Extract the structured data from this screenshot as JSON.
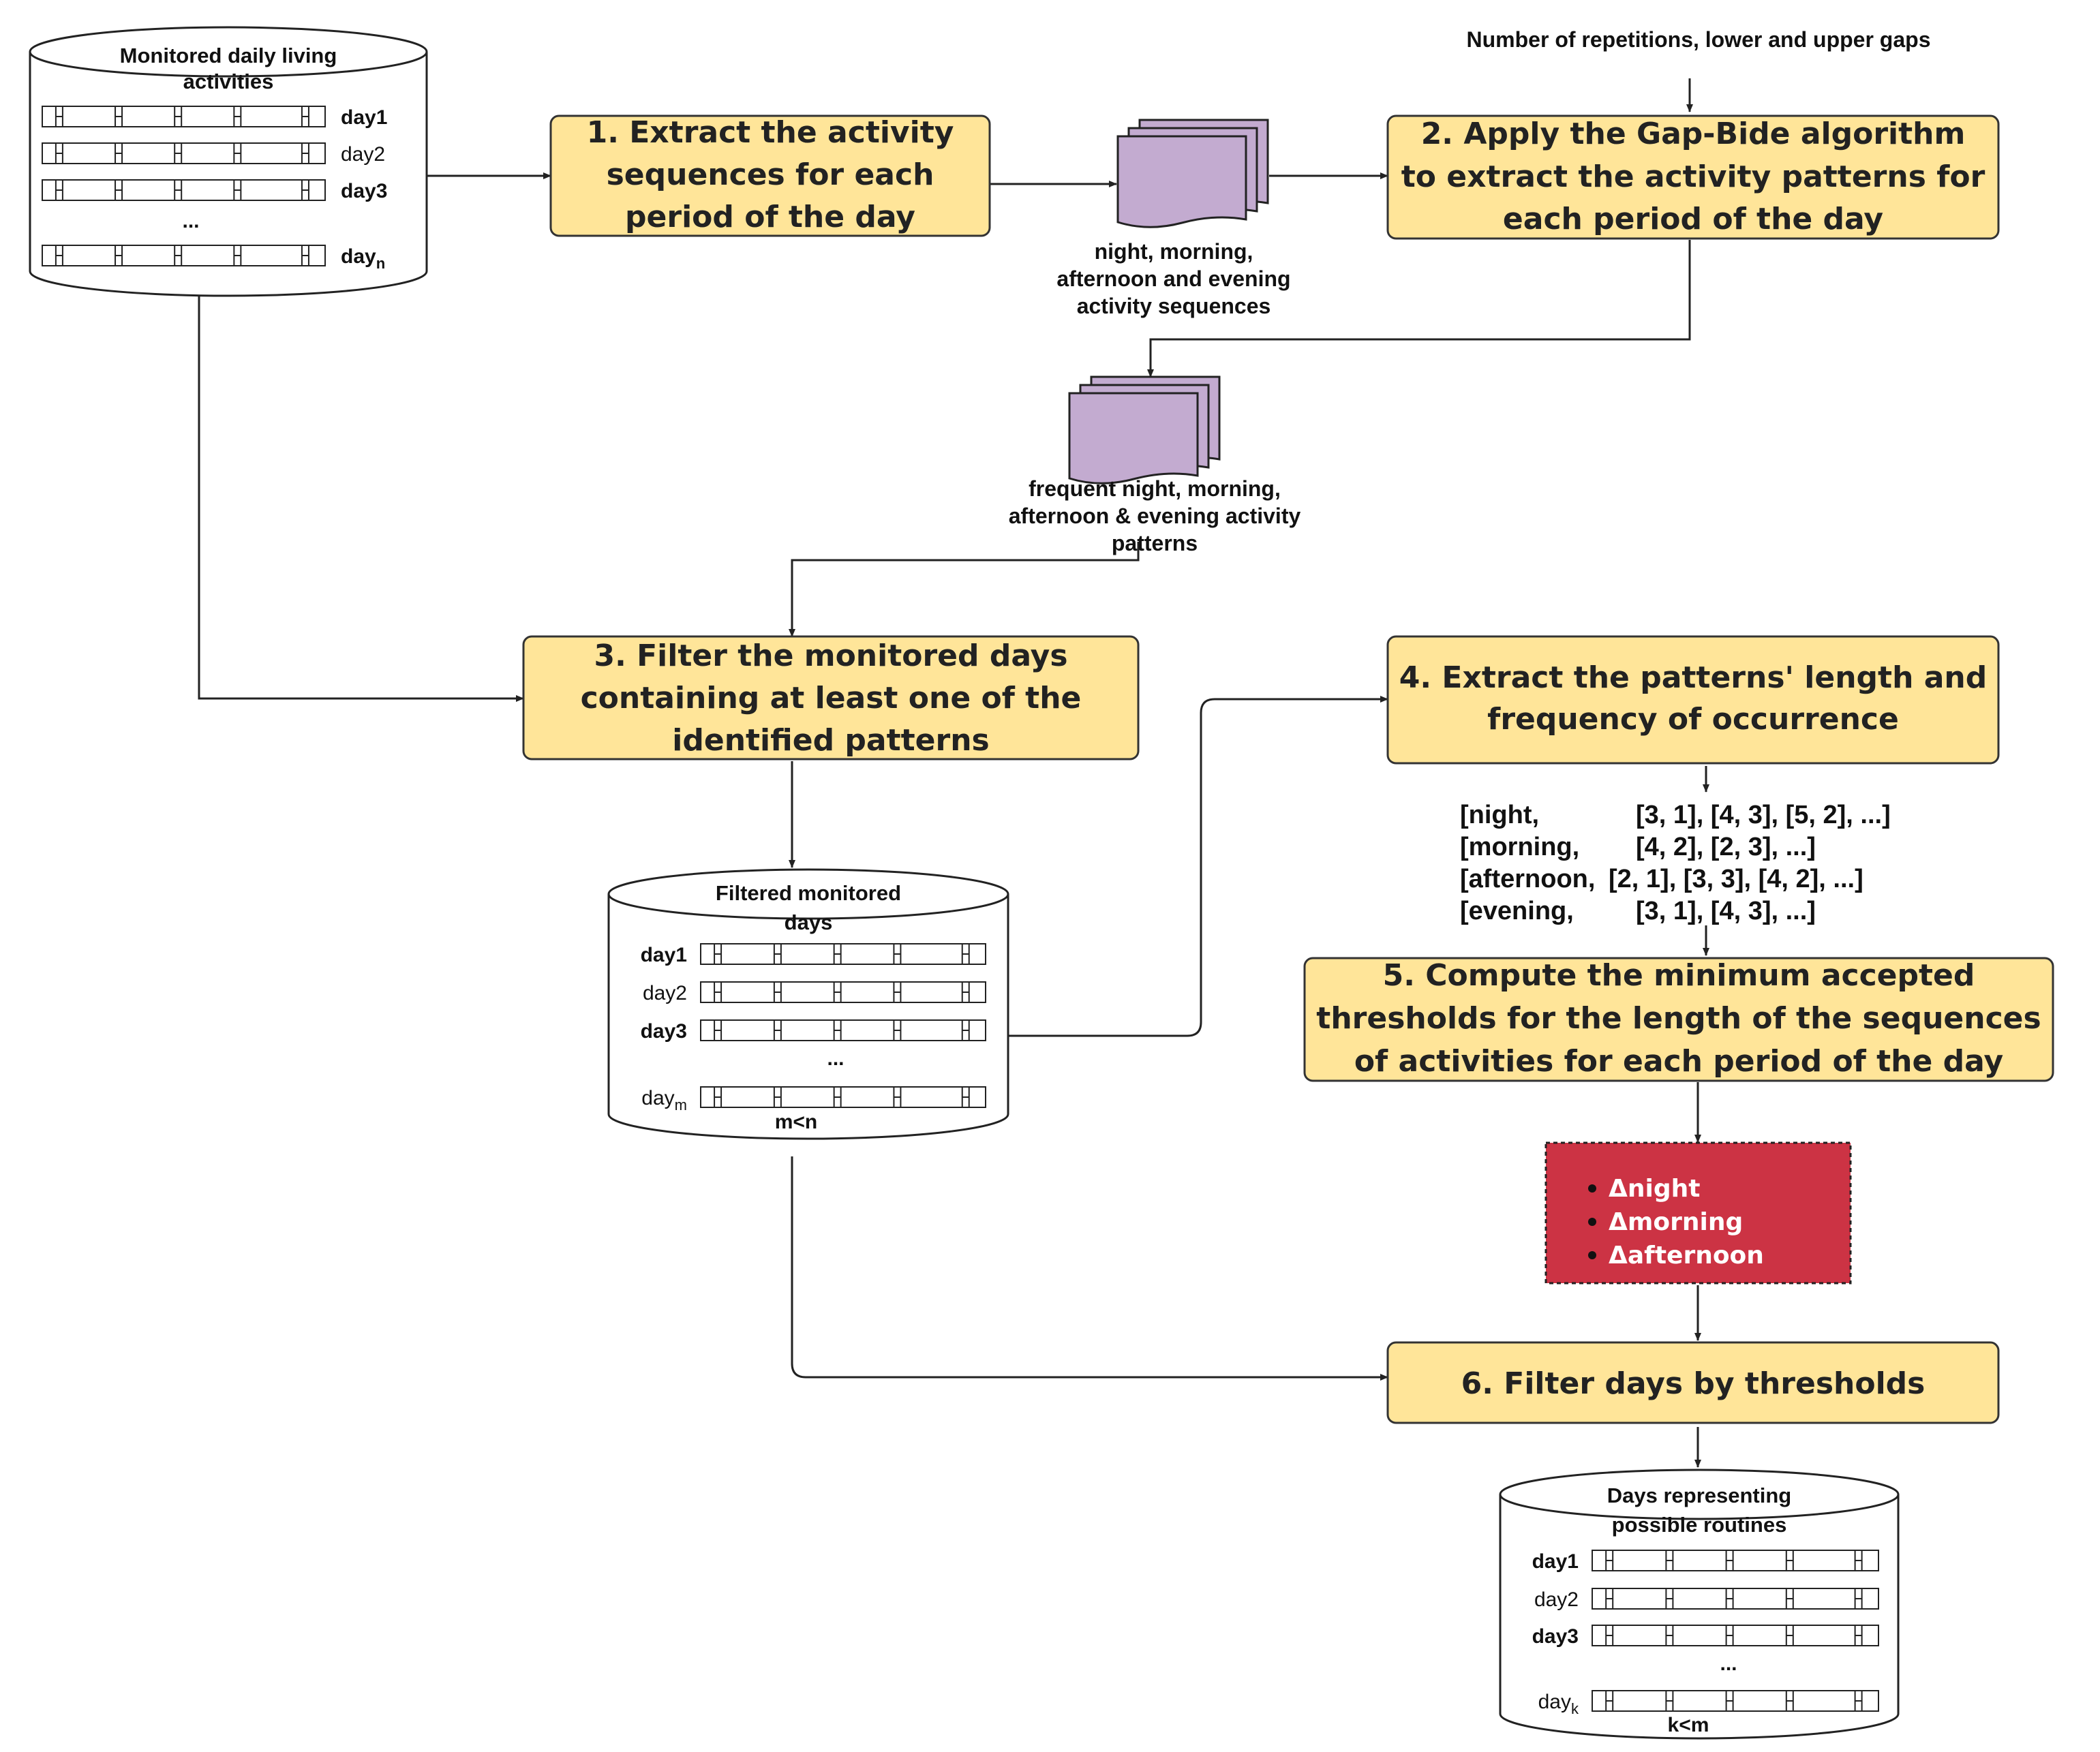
{
  "top_input": "Number of repetitions, lower and upper gaps",
  "db_monitored": {
    "title1": "Monitored daily living",
    "title2": "activities",
    "days": [
      {
        "label": "day1",
        "bold": true
      },
      {
        "label": "day2",
        "bold": false
      },
      {
        "label": "day3",
        "bold": true
      },
      {
        "label": "...",
        "bold": true,
        "ellipsis": true
      },
      {
        "label": "day",
        "sub": "n",
        "bold": true
      }
    ],
    "footer": ""
  },
  "db_filtered": {
    "title1": "Filtered monitored",
    "title2": "days",
    "days": [
      {
        "label": "day1",
        "bold": true
      },
      {
        "label": "day2",
        "bold": false
      },
      {
        "label": "day3",
        "bold": true
      },
      {
        "label": "...",
        "bold": true,
        "ellipsis": true
      },
      {
        "label": "day",
        "sub": "m",
        "bold": false
      }
    ],
    "footer": "m<n"
  },
  "db_routines": {
    "title1": "Days representing",
    "title2": "possible routines",
    "days": [
      {
        "label": "day1",
        "bold": true
      },
      {
        "label": "day2",
        "bold": false
      },
      {
        "label": "day3",
        "bold": true
      },
      {
        "label": "...",
        "bold": true,
        "ellipsis": true
      },
      {
        "label": "day",
        "sub": "k",
        "bold": false
      }
    ],
    "footer": "k<m"
  },
  "steps": {
    "s1": [
      "1. Extract the activity",
      "sequences for each",
      "period of the day"
    ],
    "s2": [
      "2. Apply the Gap-Bide algorithm",
      "to extract the activity patterns for",
      "each period of the day"
    ],
    "s3": [
      "3. Filter the monitored days",
      "containing at least one of the",
      "identified patterns"
    ],
    "s4": [
      "4. Extract the patterns' length and",
      "frequency of occurrence"
    ],
    "s5": [
      "5. Compute the minimum accepted",
      "thresholds for the length of the sequences",
      "of activities for each period of the day"
    ],
    "s6": [
      "6. Filter days by thresholds"
    ]
  },
  "doc_sequences_caption": [
    "night, morning,",
    "afternoon and evening",
    "activity sequences"
  ],
  "doc_patterns_caption": [
    "frequent night, morning,",
    "afternoon & evening activity",
    "patterns"
  ],
  "pattern_rows": [
    {
      "period": "[night,",
      "values": "[3, 1], [4, 3], [5, 2], ...]"
    },
    {
      "period": "[morning,",
      "values": "[4, 2], [2, 3], ...]"
    },
    {
      "period": "[afternoon,",
      "values": "[2, 1], [3, 3], [4, 2], ...]"
    },
    {
      "period": "[evening,",
      "values": "[3, 1], [4, 3], ...]"
    }
  ],
  "thresholds": [
    "Δnight",
    "Δmorning",
    "Δafternoon"
  ],
  "colors": {
    "step_fill": "#FFE599",
    "step_stroke": "#333333",
    "doc_fill": "#C3ABD0",
    "threshold_fill": "#CC3344",
    "threshold_text": "#FFFFFF",
    "line": "#222222"
  }
}
